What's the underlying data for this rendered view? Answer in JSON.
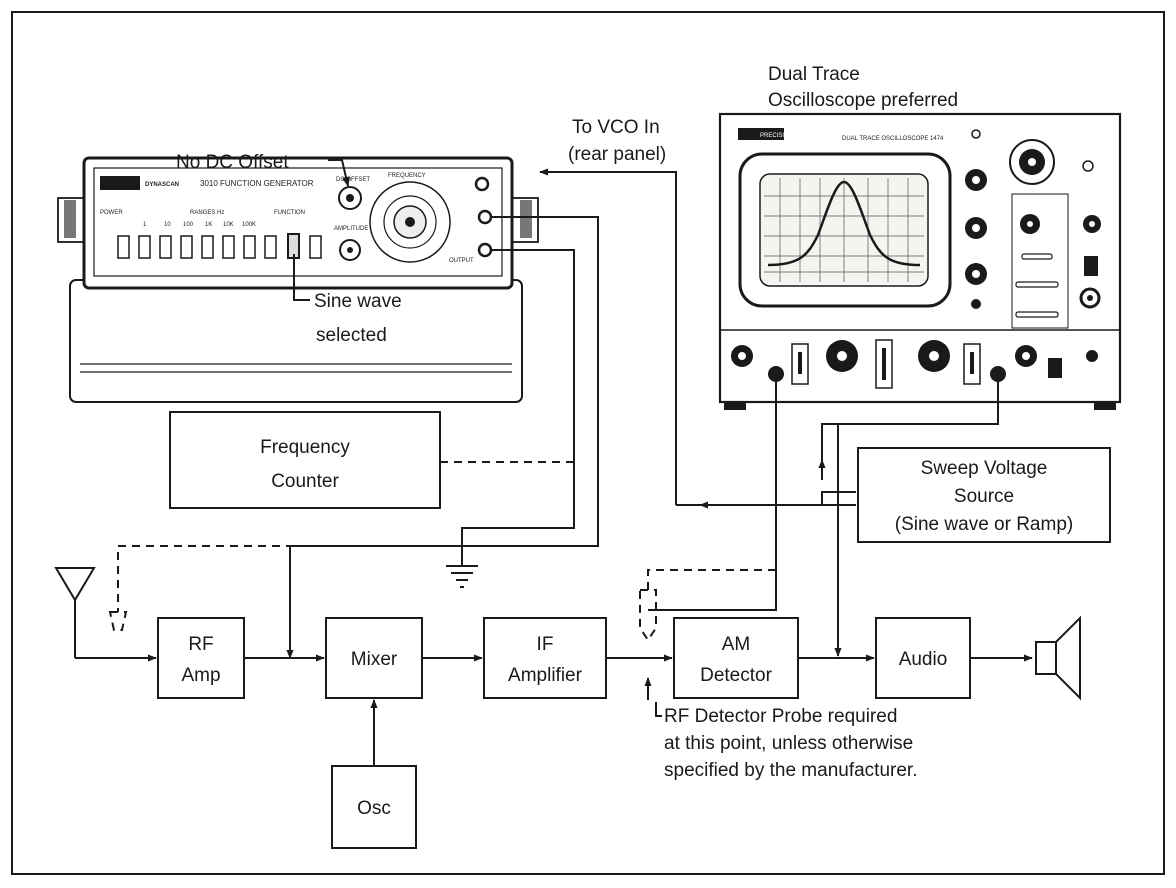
{
  "function_generator": {
    "title": "3010 FUNCTION GENERATOR",
    "brand": "DYNASCAN",
    "callout_dc_offset": "No DC Offset",
    "callout_sine": [
      "Sine wave",
      "selected"
    ],
    "section_power": "POWER",
    "section_ranges": "RANGES Hz",
    "section_function": "FUNCTION",
    "ranges": [
      "1",
      "10",
      "100",
      "1K",
      "10K",
      "100K"
    ],
    "amplitude": "AMPLITUDE",
    "frequency": "FREQUENCY",
    "dc_offset": "DC OFFSET",
    "output": "OUTPUT"
  },
  "vco_note": [
    "To VCO In",
    "(rear panel)"
  ],
  "oscilloscope": {
    "caption": [
      "Dual Trace",
      "Oscilloscope preferred"
    ],
    "brand": "PRECISION",
    "model_text": "DUAL TRACE OSCILLOSCOPE 1474"
  },
  "blocks": {
    "frequency_counter": [
      "Frequency",
      "Counter"
    ],
    "sweep_source": [
      "Sweep Voltage",
      "Source",
      "(Sine wave or Ramp)"
    ],
    "rf_amp": [
      "RF",
      "Amp"
    ],
    "mixer": [
      "Mixer"
    ],
    "if_amplifier": [
      "IF",
      "Amplifier"
    ],
    "am_detector": [
      "AM",
      "Detector"
    ],
    "audio": [
      "Audio"
    ],
    "osc": [
      "Osc"
    ]
  },
  "probe_note": [
    "RF Detector Probe required",
    "at this point, unless otherwise",
    "specified by the manufacturer."
  ],
  "colors": {
    "ink": "#1a1a1a",
    "paper": "#ffffff",
    "screen": "#f4f4f0"
  }
}
